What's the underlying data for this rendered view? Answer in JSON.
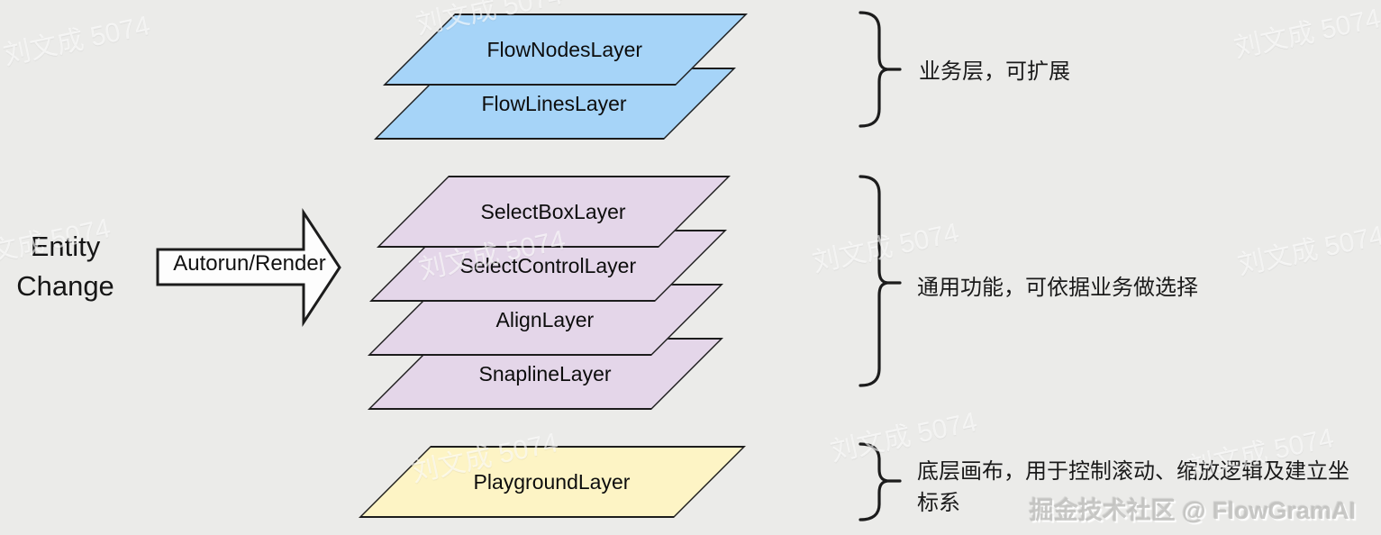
{
  "colors": {
    "background": "#ebebe9",
    "outline": "#1c1c1c",
    "arrow_fill": "#fdfdfd"
  },
  "entity": {
    "line1": "Entity",
    "line2": "Change"
  },
  "arrow": {
    "label": "Autorun/Render"
  },
  "stacks": [
    {
      "caption": "业务层，可扩展",
      "fill": "#a6d4f8",
      "layers": [
        "FlowNodesLayer",
        "FlowLinesLayer"
      ]
    },
    {
      "caption": "通用功能，可依据业务做选择",
      "fill": "#e4d6e9",
      "layers": [
        "SelectBoxLayer",
        "SelectControlLayer",
        "AlignLayer",
        "SnaplineLayer"
      ]
    },
    {
      "caption": "底层画布，用于控制滚动、缩放逻辑及建立坐标系",
      "fill": "#fdf4c5",
      "layers": [
        "PlaygroundLayer"
      ]
    }
  ],
  "watermark": {
    "text": "刘文成 5074"
  },
  "credit": {
    "text": "掘金技术社区 @ FlowGramAI"
  }
}
